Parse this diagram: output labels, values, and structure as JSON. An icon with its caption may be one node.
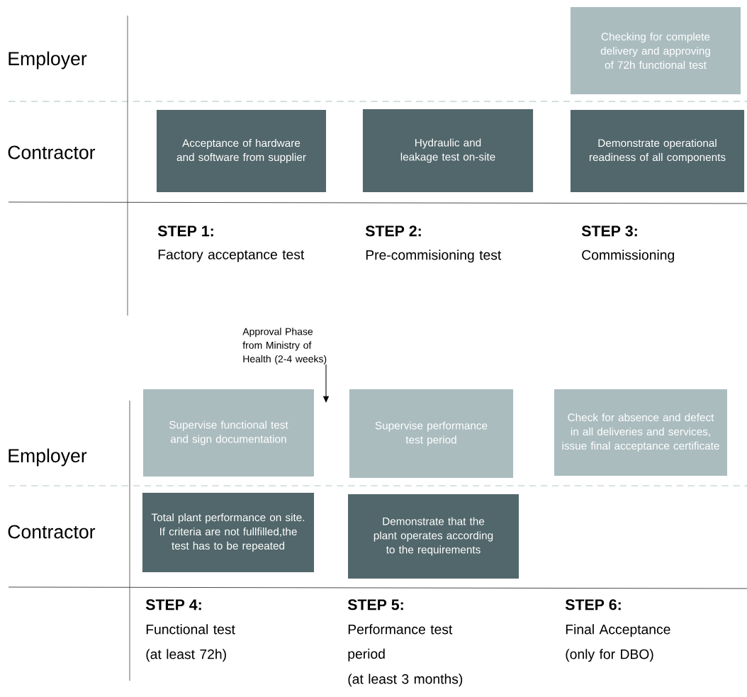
{
  "diagram": {
    "nodes": [
      {
        "text": [
          "Checking for complete delivery and approving of 72h functional test"
        ]
      },
      {
        "text": [
          "Acceptance of hardware and software from supplier"
        ]
      },
      {
        "text": [
          "Hydraulic and leakage test on-site"
        ]
      },
      {
        "text": [
          "Demonstrate operational readiness of all components"
        ]
      },
      {
        "text": [
          "Supervise functional test and sign documentation"
        ]
      },
      {
        "text": [
          "Supervise performance test period"
        ]
      },
      {
        "text": [
          "Check for absence and defect in all deliveries and services, issue final acceptance certificate"
        ]
      },
      {
        "text": [
          "Total plant performance on site. If criteria are not fullfilled,the test has to be repeated"
        ]
      },
      {
        "text": [
          "Demonstrate that the plant operates according to the requirements"
        ]
      }
    ],
    "labels": [
      "Employer",
      "Contractor",
      "STEP 1:",
      "Factory acceptance test",
      "STEP 2:",
      "Pre-commisioning test",
      "STEP 3:",
      "Commissioning",
      "Approval Phase from Ministry of Health (2-4 weeks)",
      "Employer",
      "Contractor",
      "STEP 4:",
      "Functional test",
      "(at least 72h)",
      "STEP 5:",
      "Performance test period",
      "(at least 3 months)",
      "STEP 6:",
      "Final Acceptance",
      "(only for DBO)"
    ]
  }
}
